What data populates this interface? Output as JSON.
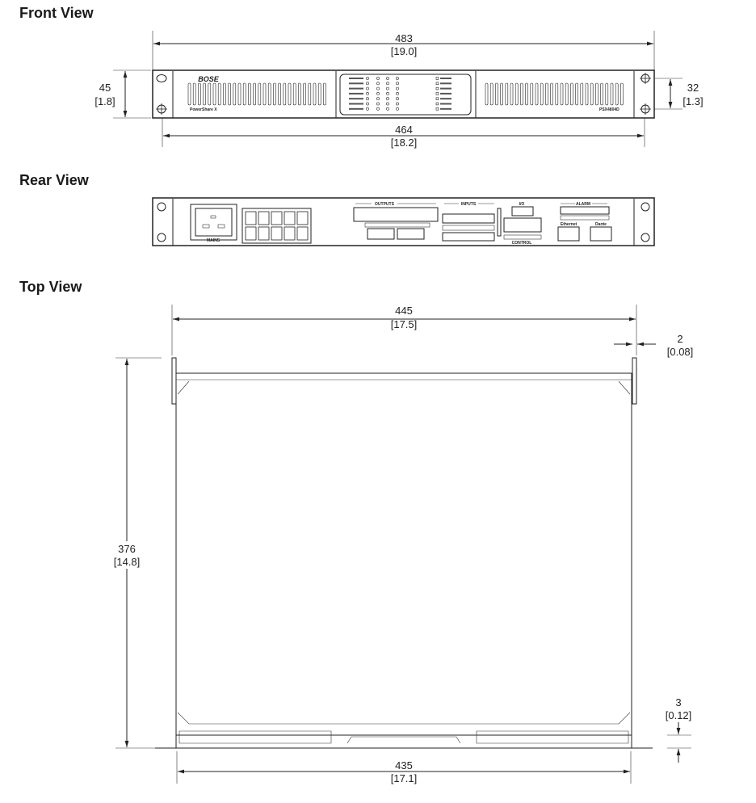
{
  "sections": {
    "front": "Front View",
    "rear": "Rear View",
    "top": "Top View"
  },
  "front_view": {
    "brand": "BOSE",
    "product_line": "PowerShare X",
    "model": "PSX4804D",
    "dims": {
      "width": {
        "mm": "483",
        "in": "[19.0]"
      },
      "height": {
        "mm": "45",
        "in": "[1.8]"
      },
      "hole_spacing_v": {
        "mm": "32",
        "in": "[1.3]"
      },
      "hole_spacing_h": {
        "mm": "464",
        "in": "[18.2]"
      }
    }
  },
  "rear_view": {
    "mains": "MAINS",
    "outputs": "OUTPUTS",
    "inputs": "INPUTS",
    "io": "I/O",
    "alarm": "ALARM",
    "ethernet": "Ethernet",
    "dante": "Dante",
    "control": "CONTROL"
  },
  "top_view": {
    "dims": {
      "width": {
        "mm": "445",
        "in": "[17.5]"
      },
      "ear_thickness": {
        "mm": "2",
        "in": "[0.08]"
      },
      "depth": {
        "mm": "376",
        "in": "[14.8]"
      },
      "bottom_offset": {
        "mm": "3",
        "in": "[0.12]"
      },
      "body_width": {
        "mm": "435",
        "in": "[17.1]"
      }
    }
  }
}
